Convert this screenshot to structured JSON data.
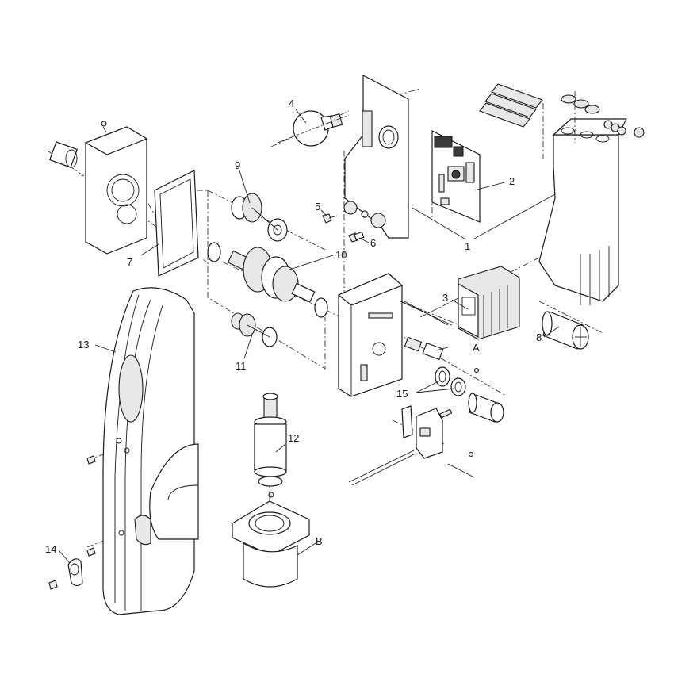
{
  "diagram": {
    "type": "exploded-parts-view",
    "background": "#ffffff",
    "line_color": "#1a1a1a",
    "callouts": [
      {
        "id": "1",
        "label": "1",
        "part": "control-box-bracket"
      },
      {
        "id": "2",
        "label": "2",
        "part": "control-circuit-board"
      },
      {
        "id": "3",
        "label": "3",
        "part": "transformer"
      },
      {
        "id": "4",
        "label": "4",
        "part": "courtesy-light-bulb"
      },
      {
        "id": "5",
        "label": "5",
        "part": "screw"
      },
      {
        "id": "6",
        "label": "6",
        "part": "cable-gland"
      },
      {
        "id": "7",
        "label": "7",
        "part": "gearbox-gasket"
      },
      {
        "id": "8",
        "label": "8",
        "part": "capacitor"
      },
      {
        "id": "9",
        "label": "9",
        "part": "pinion-gear-assembly"
      },
      {
        "id": "10",
        "label": "10",
        "part": "main-drive-gear-shaft"
      },
      {
        "id": "11",
        "label": "11",
        "part": "secondary-gear-shaft"
      },
      {
        "id": "12",
        "label": "12",
        "part": "worm-shaft-bearing"
      },
      {
        "id": "13",
        "label": "13",
        "part": "cover-housing"
      },
      {
        "id": "14",
        "label": "14",
        "part": "release-key-lock"
      },
      {
        "id": "15",
        "label": "15",
        "part": "limit-switch-cams"
      },
      {
        "id": "A",
        "label": "A",
        "part": "limit-switch-assembly"
      },
      {
        "id": "B",
        "label": "B",
        "part": "motor"
      }
    ]
  }
}
